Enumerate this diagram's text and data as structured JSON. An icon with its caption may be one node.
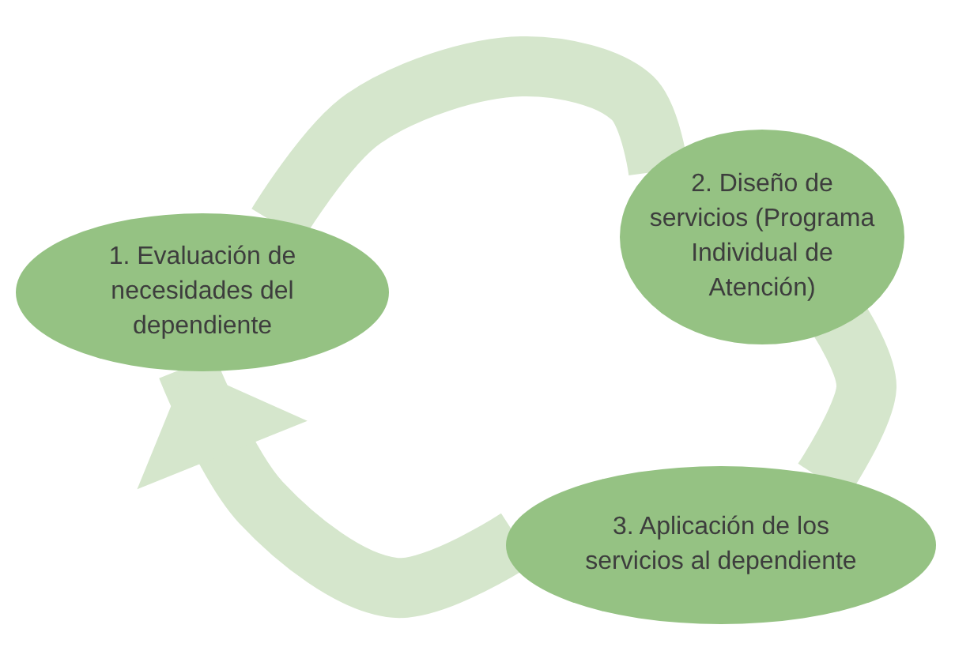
{
  "diagram": {
    "nodes": [
      {
        "text": [
          "1. Evaluación de necesidades del dependiente"
        ]
      },
      {
        "text": [
          "2. Diseño de servicios (Programa Individual de Atención)"
        ]
      },
      {
        "text": [
          "3. Aplicación de los servicios al dependiente"
        ]
      }
    ],
    "edges": [
      {
        "from": 0,
        "to": 1,
        "arrow": "none"
      },
      {
        "from": 1,
        "to": 2,
        "arrow": "none"
      },
      {
        "from": 2,
        "to": 0,
        "arrow": "to"
      }
    ]
  }
}
